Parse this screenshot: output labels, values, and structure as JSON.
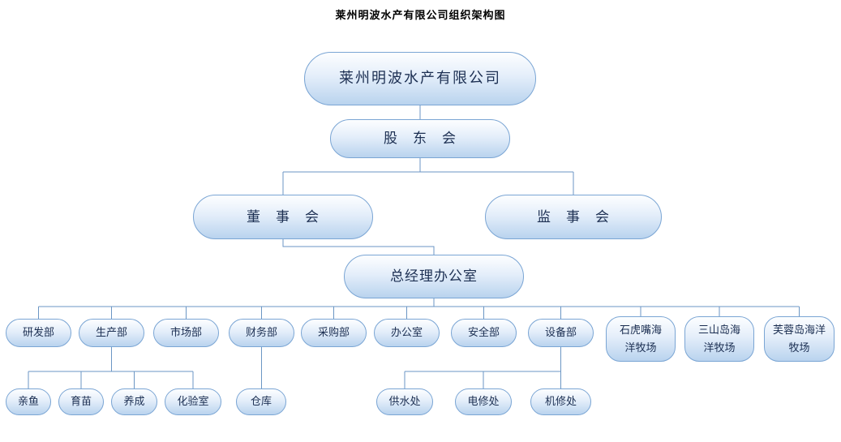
{
  "title": "莱州明波水产有限公司组织架构图",
  "org": {
    "root": "莱州明波水产有限公司",
    "shareholders": "股　东　会",
    "board": "董　事　会",
    "supervisory": "监　事　会",
    "gm_office": "总经理办公室",
    "departments": [
      "研发部",
      "生产部",
      "市场部",
      "财务部",
      "采购部",
      "办公室",
      "安全部",
      "设备部",
      "石虎嘴海洋牧场",
      "三山岛海洋牧场",
      "芙蓉岛海洋牧场"
    ],
    "production_children": [
      "亲鱼",
      "育苗",
      "养成",
      "化验室"
    ],
    "finance_children": [
      "仓库"
    ],
    "equipment_children": [
      "供水处",
      "电修处",
      "机修处"
    ]
  },
  "colors": {
    "node_border": "#7aa5d4",
    "node_fill_top": "#fdfeff",
    "node_fill_bottom": "#b9d3ee",
    "connector": "#6b96c4",
    "node_text": "#1c2f52",
    "title_text": "#000000"
  }
}
